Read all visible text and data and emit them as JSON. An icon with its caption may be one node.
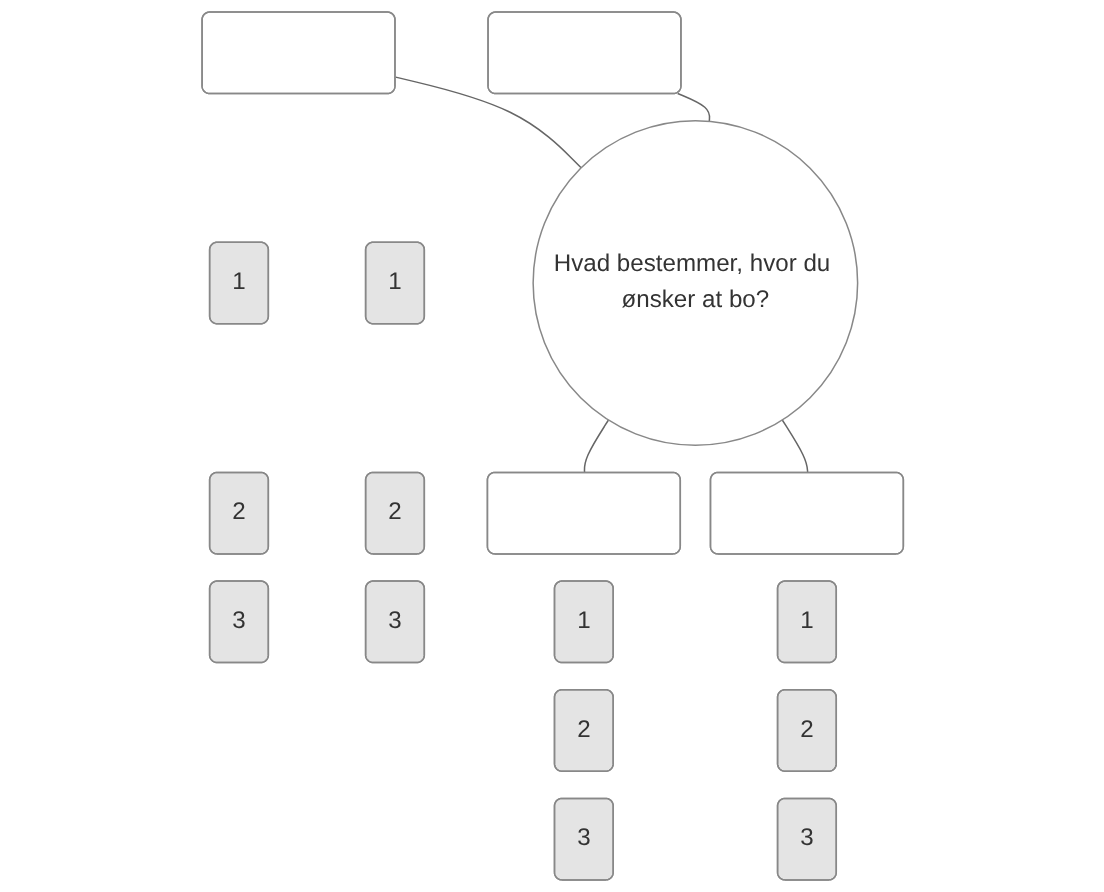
{
  "diagram": {
    "nodes": [
      {
        "text": [],
        "shape": "box"
      },
      {
        "text": [
          "1"
        ]
      },
      {
        "text": [
          "2"
        ]
      },
      {
        "text": [
          "3"
        ]
      },
      {
        "text": [],
        "shape": "box"
      },
      {
        "text": [
          "1"
        ]
      },
      {
        "text": [
          "2"
        ]
      },
      {
        "text": [
          "3"
        ]
      },
      {
        "text": [
          "Hvad bestemmer, hvor du ønsker at bo?"
        ]
      },
      {
        "text": [],
        "shape": "box"
      },
      {
        "text": [
          "1"
        ]
      },
      {
        "text": [
          "2"
        ]
      },
      {
        "text": [
          "3"
        ]
      },
      {
        "text": [],
        "shape": "box"
      },
      {
        "text": [
          "1"
        ]
      },
      {
        "text": [
          "2"
        ]
      },
      {
        "text": [
          "3"
        ]
      }
    ],
    "edges": [
      {
        "from": 8,
        "to": 0,
        "arrow": "none"
      },
      {
        "from": 8,
        "to": 4,
        "arrow": "none"
      },
      {
        "from": 8,
        "to": 9,
        "arrow": "none"
      },
      {
        "from": 8,
        "to": 13,
        "arrow": "none"
      }
    ]
  }
}
